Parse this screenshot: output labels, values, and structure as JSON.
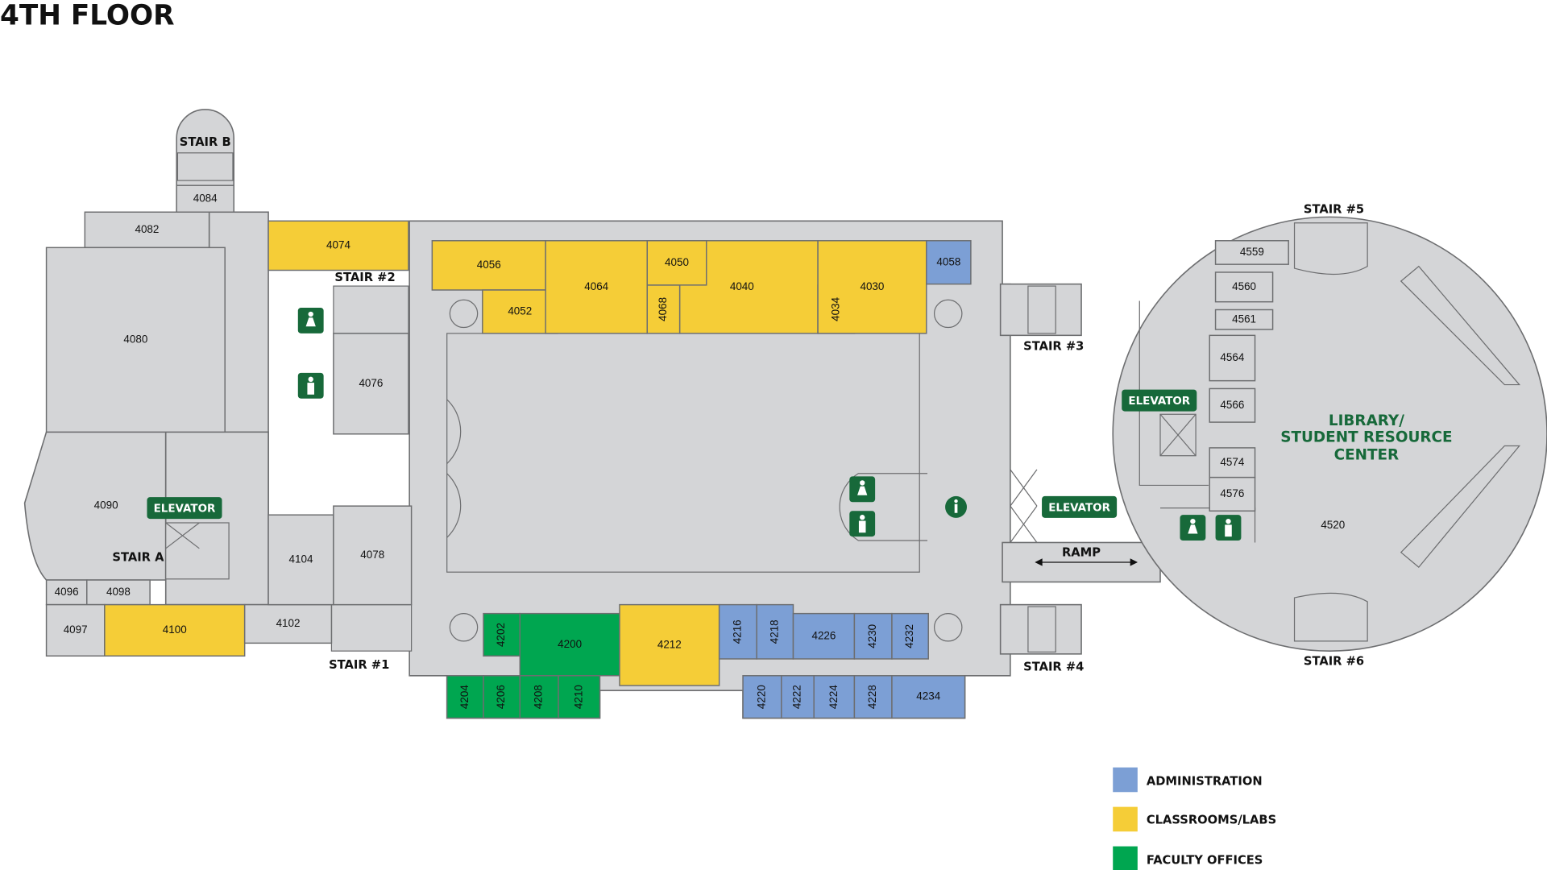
{
  "title": "4TH FLOOR",
  "colors": {
    "common": "#d4d5d7",
    "wall": "#6d6e70",
    "administration": "#7c9fd5",
    "classrooms": "#f5cd37",
    "faculty": "#00a650",
    "badge": "#17693a"
  },
  "rooms": [
    {
      "label": "4082",
      "type": "common"
    },
    {
      "label": "4080",
      "type": "common"
    },
    {
      "label": "4090",
      "type": "common"
    },
    {
      "label": "4096",
      "type": "common"
    },
    {
      "label": "4098",
      "type": "common"
    },
    {
      "label": "4097",
      "type": "common"
    },
    {
      "label": "4100",
      "type": "classrooms"
    },
    {
      "label": "4102",
      "type": "common"
    },
    {
      "label": "4104",
      "type": "common"
    },
    {
      "label": "4078",
      "type": "common"
    },
    {
      "label": "4076",
      "type": "common"
    },
    {
      "label": "4074",
      "type": "classrooms"
    },
    {
      "label": "4084",
      "type": "common"
    },
    {
      "label": "4056",
      "type": "classrooms"
    },
    {
      "label": "4052",
      "type": "classrooms"
    },
    {
      "label": "4064",
      "type": "classrooms"
    },
    {
      "label": "4050",
      "type": "classrooms"
    },
    {
      "label": "4068",
      "type": "classrooms"
    },
    {
      "label": "4040",
      "type": "classrooms"
    },
    {
      "label": "4034",
      "type": "classrooms"
    },
    {
      "label": "4030",
      "type": "classrooms"
    },
    {
      "label": "4058",
      "type": "administration"
    },
    {
      "label": "4202",
      "type": "faculty"
    },
    {
      "label": "4200",
      "type": "faculty"
    },
    {
      "label": "4204",
      "type": "faculty"
    },
    {
      "label": "4206",
      "type": "faculty"
    },
    {
      "label": "4208",
      "type": "faculty"
    },
    {
      "label": "4210",
      "type": "faculty"
    },
    {
      "label": "4212",
      "type": "classrooms"
    },
    {
      "label": "4216",
      "type": "administration"
    },
    {
      "label": "4218",
      "type": "administration"
    },
    {
      "label": "4226",
      "type": "administration"
    },
    {
      "label": "4230",
      "type": "administration"
    },
    {
      "label": "4232",
      "type": "administration"
    },
    {
      "label": "4220",
      "type": "administration"
    },
    {
      "label": "4222",
      "type": "administration"
    },
    {
      "label": "4224",
      "type": "administration"
    },
    {
      "label": "4228",
      "type": "administration"
    },
    {
      "label": "4234",
      "type": "administration"
    },
    {
      "label": "4559",
      "type": "common"
    },
    {
      "label": "4560",
      "type": "common"
    },
    {
      "label": "4561",
      "type": "common"
    },
    {
      "label": "4564",
      "type": "common"
    },
    {
      "label": "4566",
      "type": "common"
    },
    {
      "label": "4574",
      "type": "common"
    },
    {
      "label": "4576",
      "type": "common"
    },
    {
      "label": "4520",
      "type": "common"
    }
  ],
  "stairs": [
    "STAIR B",
    "STAIR #2",
    "STAIR A",
    "STAIR #1",
    "STAIR #3",
    "STAIR #4",
    "STAIR #5",
    "STAIR #6"
  ],
  "elevators": [
    "ELEVATOR",
    "ELEVATOR",
    "ELEVATOR"
  ],
  "ramp": "RAMP",
  "library": [
    "LIBRARY/",
    "STUDENT RESOURCE",
    "CENTER"
  ],
  "legend": [
    {
      "label": "ADMINISTRATION",
      "type": "administration"
    },
    {
      "label": "CLASSROOMS/LABS",
      "type": "classrooms"
    },
    {
      "label": "FACULTY OFFICES",
      "type": "faculty"
    }
  ],
  "icons": [
    "restroom-women-icon",
    "restroom-men-icon",
    "restroom-women-icon",
    "restroom-men-icon",
    "restroom-women-icon",
    "restroom-men-icon",
    "info-icon"
  ]
}
